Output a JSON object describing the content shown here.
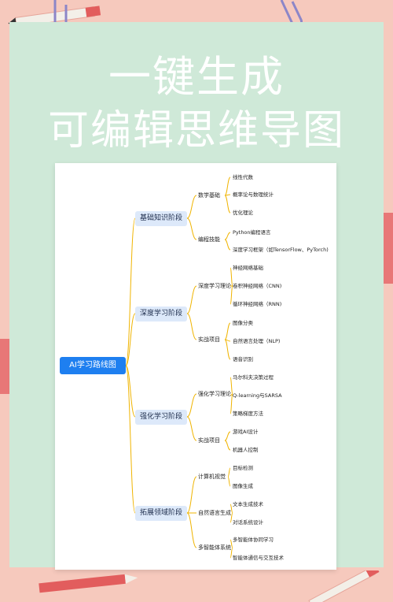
{
  "headline": {
    "line1": "一键生成",
    "line2": "可编辑思维导图"
  },
  "mindmap": {
    "root": "AI学习路线图",
    "stages": [
      {
        "label": "基础知识阶段",
        "groups": [
          {
            "label": "数学基础",
            "items": [
              "线性代数",
              "概率论与数理统计",
              "优化理论"
            ]
          },
          {
            "label": "编程技能",
            "items": [
              "Python编程语言",
              "深度学习框架（如TensorFlow、PyTorch)"
            ]
          }
        ]
      },
      {
        "label": "深度学习阶段",
        "groups": [
          {
            "label": "深度学习理论",
            "items": [
              "神经网络基础",
              "卷积神经网络（CNN)",
              "循环神经网络（RNN)"
            ]
          },
          {
            "label": "实战项目",
            "items": [
              "图像分类",
              "自然语言处理（NLP)",
              "语音识别"
            ]
          }
        ]
      },
      {
        "label": "强化学习阶段",
        "groups": [
          {
            "label": "强化学习理论",
            "items": [
              "马尔科夫决策过程",
              "Q-learning与SARSA",
              "策略梯度方法"
            ]
          },
          {
            "label": "实战项目",
            "items": [
              "游戏AI设计",
              "机器人控制"
            ]
          }
        ]
      },
      {
        "label": "拓展领域阶段",
        "groups": [
          {
            "label": "计算机视觉",
            "items": [
              "目标检测",
              "图像生成"
            ]
          },
          {
            "label": "自然语言生成",
            "items": [
              "文本生成技术",
              "对话系统设计"
            ]
          },
          {
            "label": "多智能体系统",
            "items": [
              "多智能体协同学习",
              "智能体通信与交互技术"
            ]
          }
        ]
      }
    ]
  },
  "colors": {
    "background": "#f6c9bd",
    "panel": "#cfe9d8",
    "root": "#1e7ff0",
    "stage_fill": "#dde9fa",
    "connector": "#f0b400"
  }
}
